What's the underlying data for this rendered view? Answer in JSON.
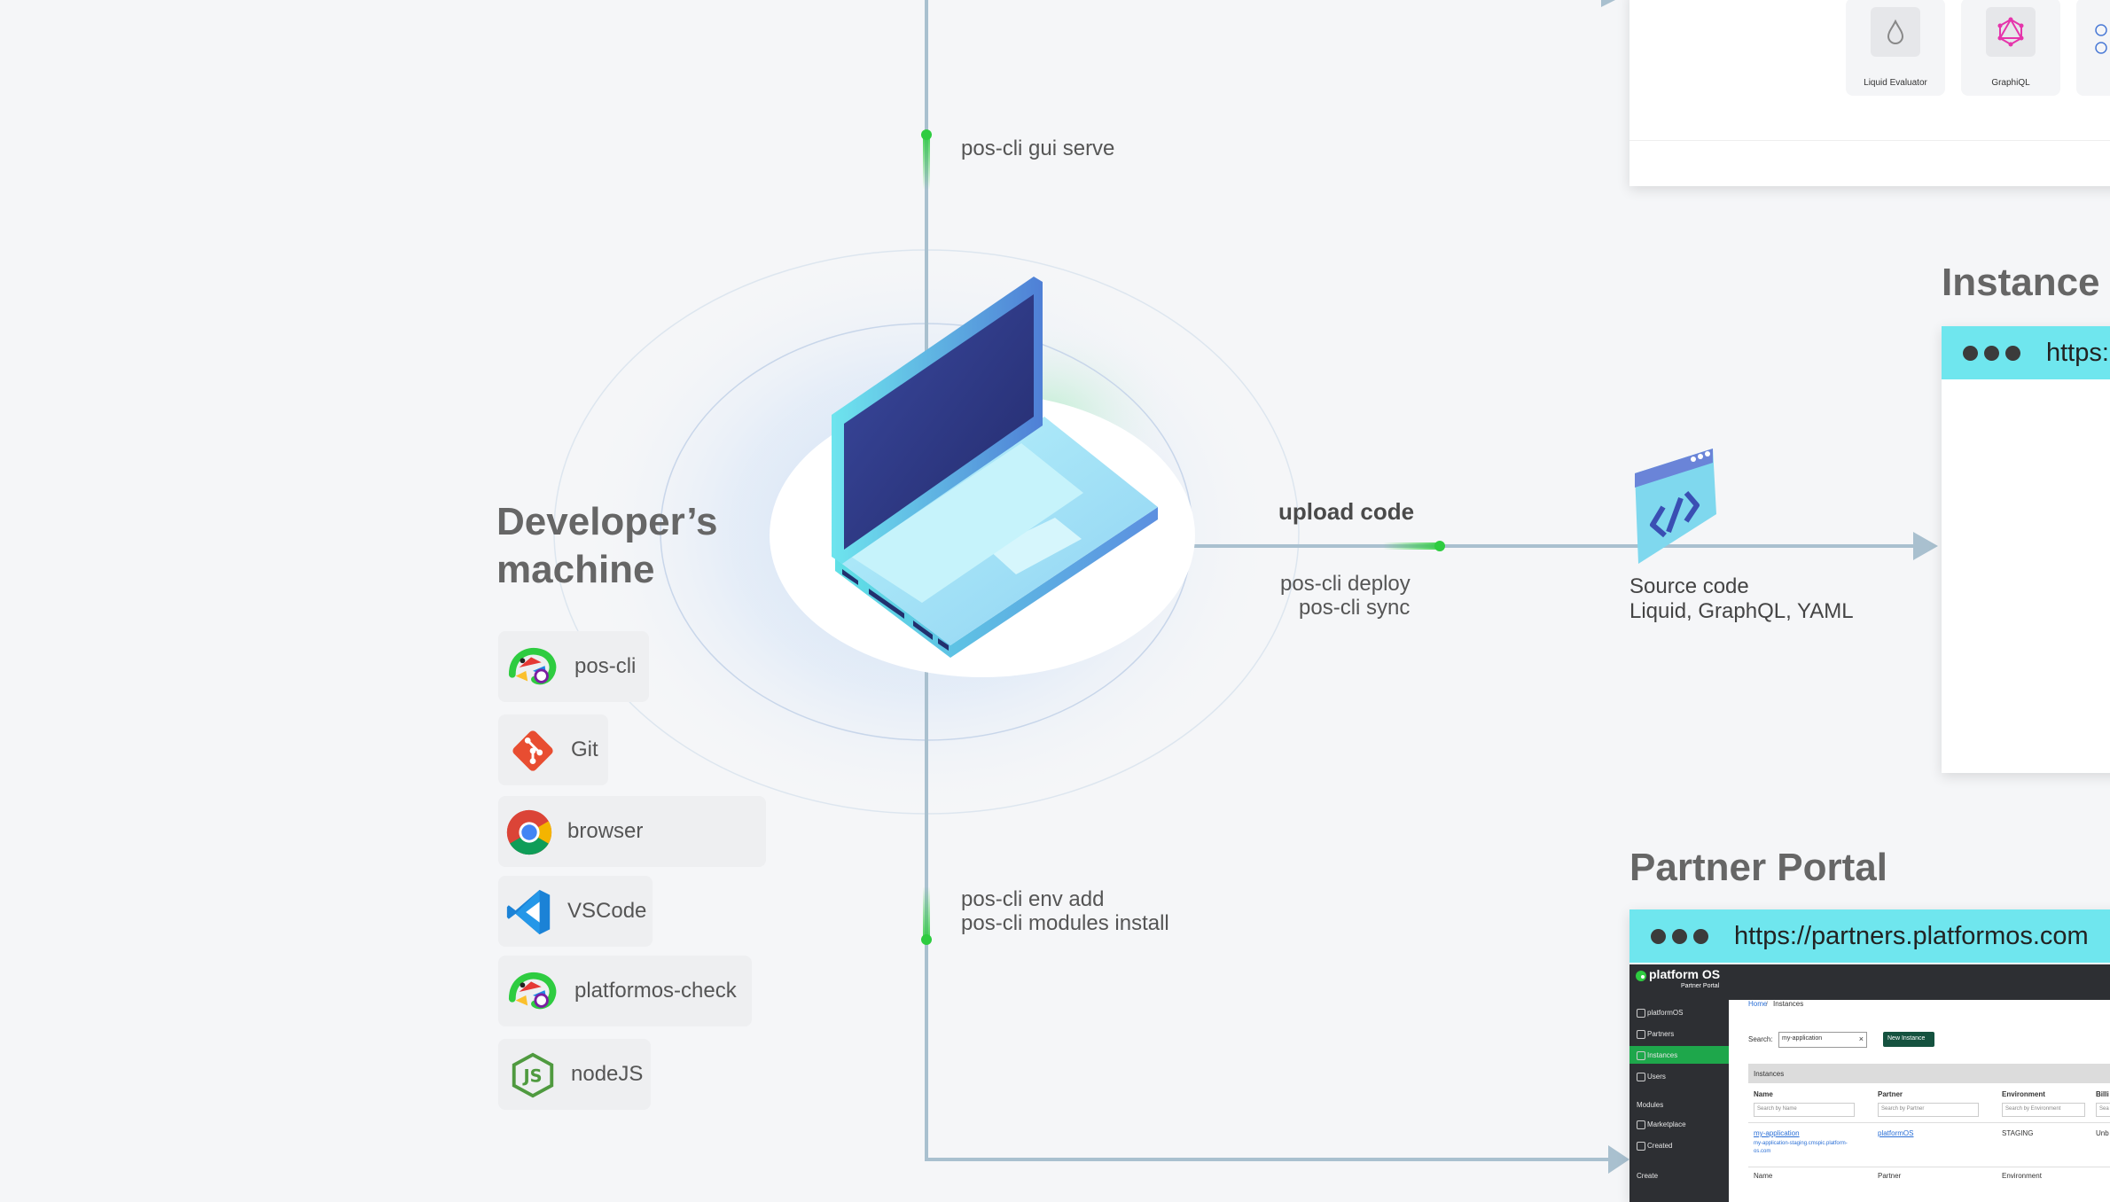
{
  "machine": {
    "heading_line1": "Developer’s",
    "heading_line2": "machine",
    "tools": [
      {
        "label": "pos-cli",
        "icon": "chameleon-icon"
      },
      {
        "label": "Git",
        "icon": "git-icon"
      },
      {
        "label": "browser",
        "icon": "chrome-icon"
      },
      {
        "label": "VSCode",
        "icon": "vscode-icon"
      },
      {
        "label": "platformos-check",
        "icon": "chameleon-icon"
      },
      {
        "label": "nodeJS",
        "icon": "nodejs-icon"
      }
    ]
  },
  "commands": {
    "gui_serve": "pos-cli gui serve",
    "upload_title": "upload code",
    "deploy": "pos-cli deploy",
    "sync": "pos-cli sync",
    "env_add": "pos-cli env add",
    "modules_install": "pos-cli modules install"
  },
  "source_code": {
    "line1": "Source code",
    "line2": "Liquid, GraphQL, YAML",
    "icon": "code-window-icon"
  },
  "gui_panel": {
    "cards": [
      {
        "label": "Liquid Evaluator",
        "icon": "liquid-drop-icon"
      },
      {
        "label": "GraphiQL",
        "icon": "graphql-icon"
      }
    ]
  },
  "instance": {
    "heading": "Instance",
    "url": "https:"
  },
  "partner_portal": {
    "heading": "Partner Portal",
    "url": "https://partners.platformos.com",
    "brand": "platform OS",
    "brand_sub": "Partner Portal",
    "sidebar": [
      "platformOS",
      "Partners",
      "Instances",
      "Users"
    ],
    "modules_header": "Modules",
    "modules_items": [
      "Marketplace",
      "Created"
    ],
    "create_label": "Create",
    "breadcrumb_home": "Home",
    "breadcrumb_sep": "/",
    "breadcrumb_current": "Instances",
    "search_label": "Search:",
    "search_value": "my-application",
    "new_instance_button": "New Instance",
    "section_title": "Instances",
    "columns": [
      "Name",
      "Partner",
      "Environment",
      "Billi"
    ],
    "filters": [
      "Search by Name",
      "Search by Partner",
      "Search by Environment",
      "Sea"
    ],
    "row": {
      "name": "my-application",
      "url": "my-application-staging.cmspic.platform-os.com",
      "partner": "platformOS",
      "environment": "STAGING",
      "billing": "Unb"
    },
    "footer_columns": [
      "Name",
      "Partner",
      "Environment"
    ]
  },
  "colors": {
    "background": "#f5f6f8",
    "line": "#a9c0cf",
    "accent_green": "#2ecc40",
    "browser_bar": "#6fe6ee",
    "sidebar_active": "#1ea74b"
  }
}
